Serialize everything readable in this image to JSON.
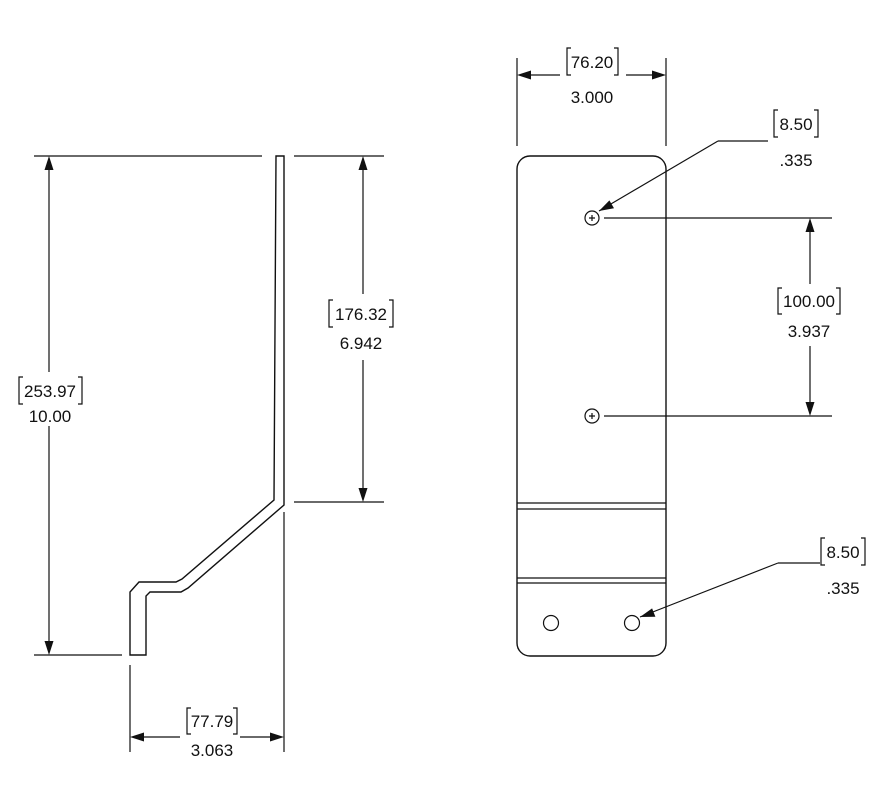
{
  "side_view": {
    "height": {
      "metric": "253.97",
      "imperial": "10.00"
    },
    "upper_height": {
      "metric": "176.32",
      "imperial": "6.942"
    },
    "offset": {
      "metric": "77.79",
      "imperial": "3.063"
    }
  },
  "front_view": {
    "width": {
      "metric": "76.20",
      "imperial": "3.000"
    },
    "hole_spacing": {
      "metric": "100.00",
      "imperial": "3.937"
    },
    "upper_hole": {
      "metric": "8.50",
      "imperial": ".335"
    },
    "lower_hole": {
      "metric": "8.50",
      "imperial": ".335"
    }
  }
}
